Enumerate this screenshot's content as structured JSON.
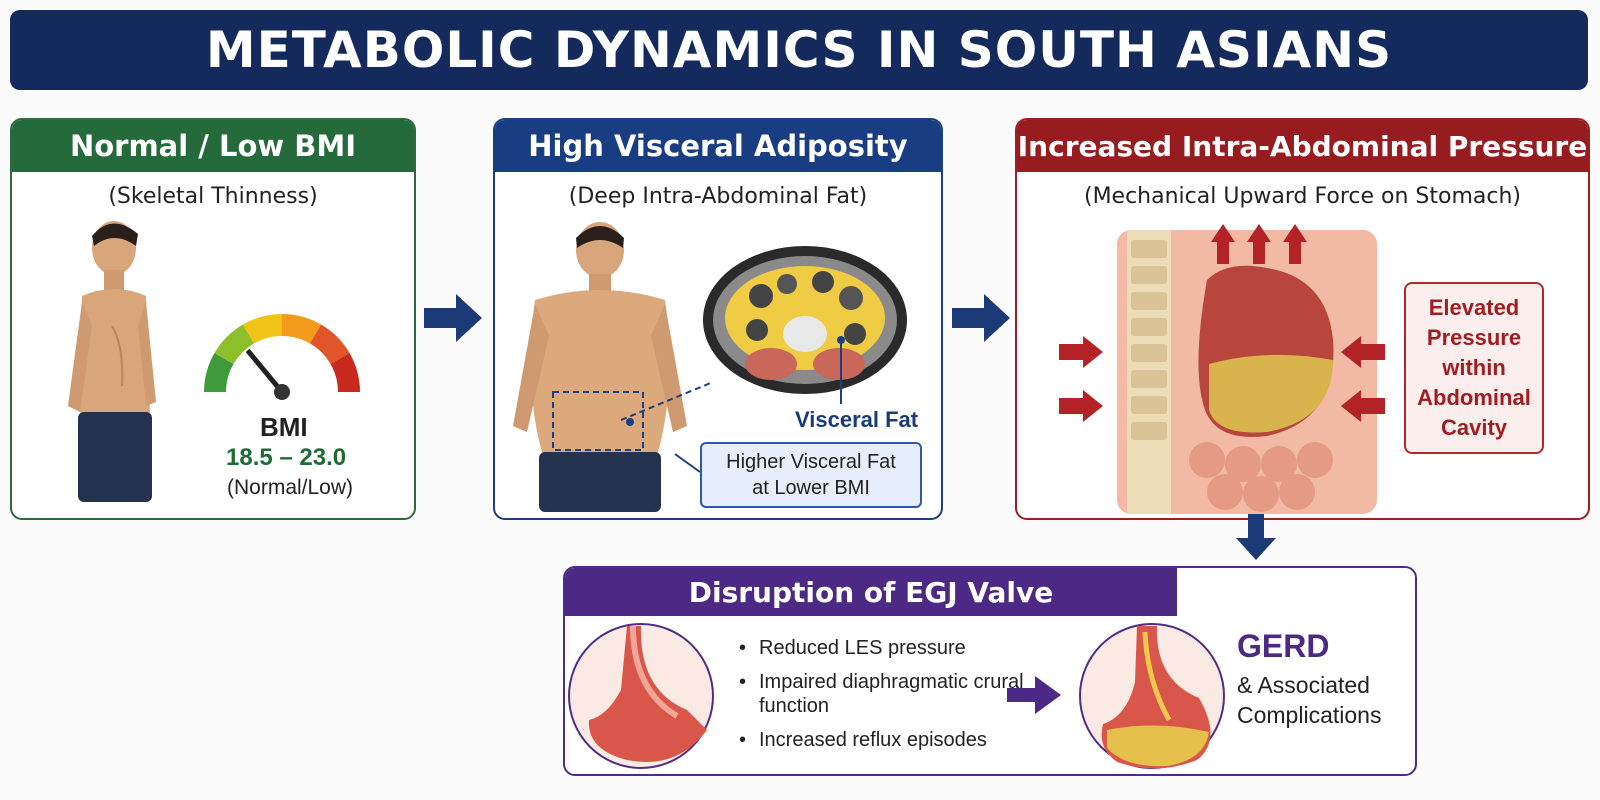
{
  "title": "METABOLIC DYNAMICS IN SOUTH ASIANS",
  "panels": {
    "normal": {
      "header": "Normal / Low BMI",
      "subtitle": "(Skeletal Thinness)",
      "bmi_label": "BMI",
      "bmi_range": "18.5 – 23.0",
      "bmi_note": "(Normal/Low)",
      "gauge_colors": [
        "#3f9a3c",
        "#8cbf2a",
        "#f1c318",
        "#f29a1c",
        "#e0552a",
        "#c92a20"
      ]
    },
    "visceral": {
      "header": "High Visceral Adiposity",
      "subtitle": "(Deep Intra-Abdominal Fat)",
      "fat_label": "Visceral Fat",
      "callout_line1": "Higher Visceral Fat",
      "callout_line2": "at Lower BMI"
    },
    "pressure": {
      "header": "Increased Intra-Abdominal Pressure",
      "subtitle": "(Mechanical Upward Force on Stomach)",
      "box_lines": [
        "Elevated",
        "Pressure",
        "within",
        "Abdominal",
        "Cavity"
      ]
    },
    "egj": {
      "header": "Disruption of EGJ Valve",
      "bullets": [
        "Reduced LES pressure",
        "Impaired diaphragmatic crural function",
        "Increased reflux episodes"
      ],
      "outcome_title": "GERD",
      "outcome_line1": "& Associated",
      "outcome_line2": "Complications"
    }
  },
  "colors": {
    "title_bg": "#142a5c",
    "green": "#256a3a",
    "blue": "#183d82",
    "red": "#971c20",
    "purple": "#4b2985"
  }
}
